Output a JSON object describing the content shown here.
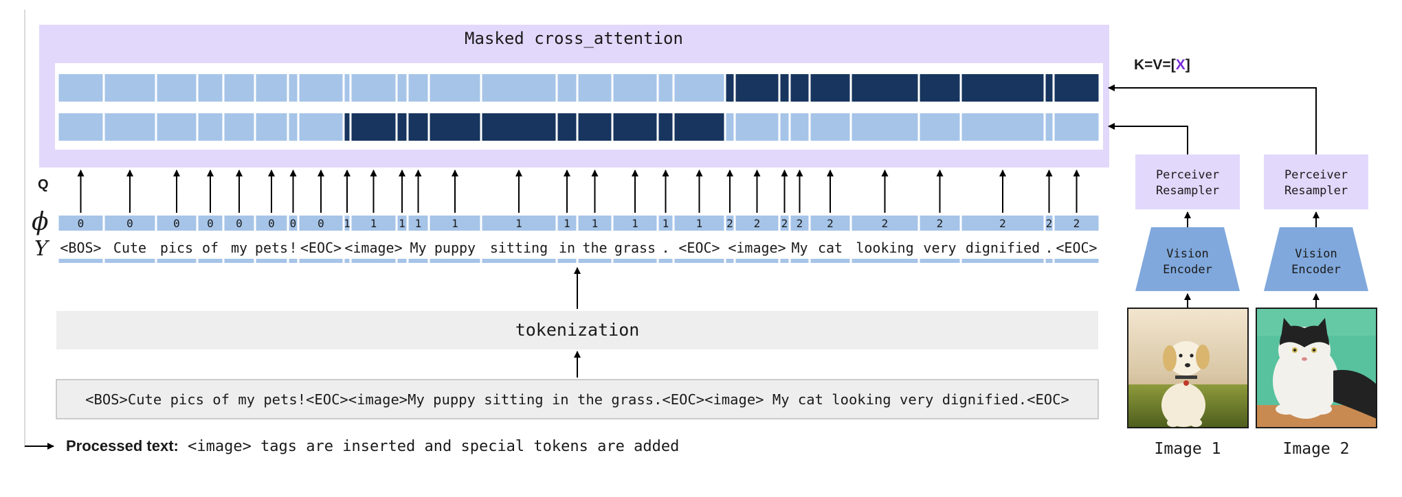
{
  "cross_attention": {
    "title": "Masked cross_attention"
  },
  "kv_label": {
    "prefix": "K=V=[",
    "var": "X",
    "suffix": "]"
  },
  "row_labels": {
    "q": "Q",
    "phi": "ϕ",
    "y": "Y"
  },
  "tokens": [
    {
      "text": "<BOS>",
      "phi": "0",
      "row1": "light",
      "row2": "light"
    },
    {
      "text": "Cute",
      "phi": "0",
      "row1": "light",
      "row2": "light"
    },
    {
      "text": "pics",
      "phi": "0",
      "row1": "light",
      "row2": "light"
    },
    {
      "text": "of",
      "phi": "0",
      "row1": "light",
      "row2": "light"
    },
    {
      "text": "my",
      "phi": "0",
      "row1": "light",
      "row2": "light"
    },
    {
      "text": "pets",
      "phi": "0",
      "row1": "light",
      "row2": "light"
    },
    {
      "text": "!",
      "phi": "0",
      "row1": "light",
      "row2": "light"
    },
    {
      "text": "<EOC>",
      "phi": "0",
      "row1": "light",
      "row2": "light"
    },
    {
      "text": "",
      "phi": "1",
      "row1": "light",
      "row2": "dark"
    },
    {
      "text": "<image>",
      "phi": "1",
      "row1": "light",
      "row2": "dark"
    },
    {
      "text": "",
      "phi": "1",
      "row1": "light",
      "row2": "dark"
    },
    {
      "text": "My",
      "phi": "1",
      "row1": "light",
      "row2": "dark"
    },
    {
      "text": "puppy",
      "phi": "1",
      "row1": "light",
      "row2": "dark"
    },
    {
      "text": "sitting",
      "phi": "1",
      "row1": "light",
      "row2": "dark"
    },
    {
      "text": "in",
      "phi": "1",
      "row1": "light",
      "row2": "dark"
    },
    {
      "text": "the",
      "phi": "1",
      "row1": "light",
      "row2": "dark"
    },
    {
      "text": "grass",
      "phi": "1",
      "row1": "light",
      "row2": "dark"
    },
    {
      "text": ".",
      "phi": "1",
      "row1": "light",
      "row2": "dark"
    },
    {
      "text": "<EOC>",
      "phi": "1",
      "row1": "light",
      "row2": "dark"
    },
    {
      "text": "",
      "phi": "2",
      "row1": "dark",
      "row2": "light"
    },
    {
      "text": "<image>",
      "phi": "2",
      "row1": "dark",
      "row2": "light"
    },
    {
      "text": "",
      "phi": "2",
      "row1": "dark",
      "row2": "light"
    },
    {
      "text": "My",
      "phi": "2",
      "row1": "dark",
      "row2": "light"
    },
    {
      "text": "cat",
      "phi": "2",
      "row1": "dark",
      "row2": "light"
    },
    {
      "text": "looking",
      "phi": "2",
      "row1": "dark",
      "row2": "light"
    },
    {
      "text": "very",
      "phi": "2",
      "row1": "dark",
      "row2": "light"
    },
    {
      "text": "dignified",
      "phi": "2",
      "row1": "dark",
      "row2": "light"
    },
    {
      "text": ".",
      "phi": "2",
      "row1": "dark",
      "row2": "light"
    },
    {
      "text": "<EOC>",
      "phi": "2",
      "row1": "dark",
      "row2": "light"
    }
  ],
  "tokenization": {
    "label": "tokenization"
  },
  "raw_text": {
    "value": "<BOS>Cute pics of my pets!<EOC><image>My puppy sitting in the grass.<EOC><image> My cat looking very dignified.<EOC>"
  },
  "caption": {
    "bold": "Processed text:",
    "rest": " <image> tags are inserted and special tokens are added"
  },
  "pipelines": [
    {
      "resampler": [
        "Perceiver",
        "Resampler"
      ],
      "encoder": [
        "Vision",
        "Encoder"
      ],
      "image_label": "Image 1",
      "image_subject": "puppy-photo"
    },
    {
      "resampler": [
        "Perceiver",
        "Resampler"
      ],
      "encoder": [
        "Vision",
        "Encoder"
      ],
      "image_label": "Image 2",
      "image_subject": "cat-photo"
    }
  ],
  "colors": {
    "attention_bg": "#e2d8fb",
    "cell_light": "#a6c4e8",
    "cell_dark": "#17355e",
    "resampler_bg": "#e2d8fb",
    "encoder_fill": "#80a8dc",
    "tokenization_bg": "#eeeeee",
    "kv_accent": "#7b2fd8"
  }
}
